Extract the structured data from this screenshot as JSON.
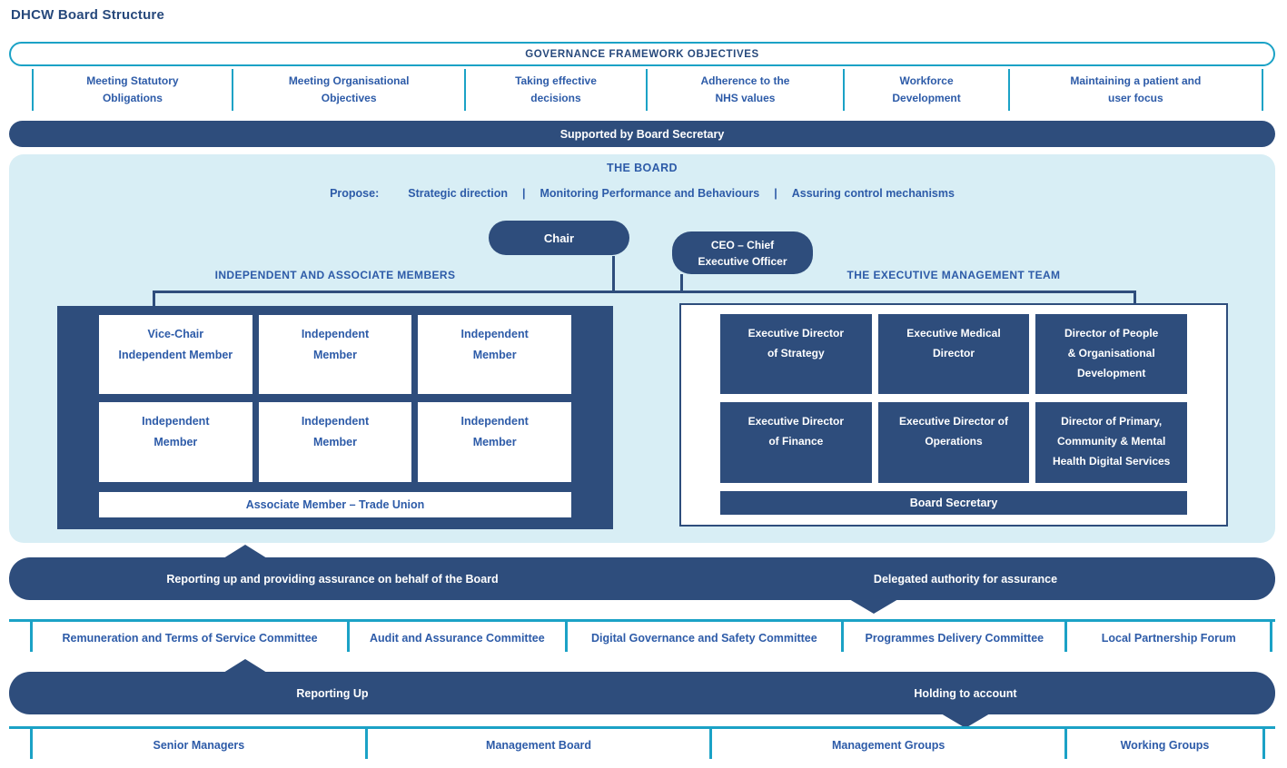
{
  "title": "DHCW Board Structure",
  "colors": {
    "navy": "#2e4d7c",
    "teal": "#1ba2c6",
    "panel": "#d8eef5",
    "ink": "#27497c",
    "blue": "#2d5ba8"
  },
  "governance": {
    "header": "GOVERNANCE FRAMEWORK OBJECTIVES",
    "objectives": [
      "Meeting Statutory\nObligations",
      "Meeting Organisational\nObjectives",
      "Taking effective\ndecisions",
      "Adherence to the\nNHS values",
      "Workforce\nDevelopment",
      "Maintaining a patient and\nuser focus"
    ]
  },
  "supported_bar": "Supported by Board Secretary",
  "board": {
    "heading": "THE BOARD",
    "propose_prefix": "Propose:",
    "propose_items": [
      "Strategic direction",
      "Monitoring Performance and Behaviours",
      "Assuring control mechanisms"
    ],
    "separator": "|",
    "chair": "Chair",
    "ceo": "CEO – Chief\nExecutive Officer",
    "independent_heading": "INDEPENDENT AND ASSOCIATE MEMBERS",
    "executive_heading": "THE EXECUTIVE MANAGEMENT TEAM",
    "independent_members": [
      "Vice-Chair\nIndependent Member",
      "Independent\nMember",
      "Independent\nMember",
      "Independent\nMember",
      "Independent\nMember",
      "Independent\nMember"
    ],
    "associate_member": "Associate Member – Trade Union",
    "executive_members": [
      "Executive Director\nof Strategy",
      "Executive Medical\nDirector",
      "Director of People\n& Organisational\nDevelopment",
      "Executive Director\nof Finance",
      "Executive Director of\nOperations",
      "Director of Primary,\nCommunity & Mental\nHealth Digital Services"
    ],
    "board_secretary": "Board Secretary"
  },
  "assurance_bar": {
    "left": "Reporting up and providing assurance on behalf of the Board",
    "right": "Delegated authority for assurance"
  },
  "committees": [
    "Remuneration and Terms of Service Committee",
    "Audit and Assurance Committee",
    "Digital Governance and Safety Committee",
    "Programmes Delivery Committee",
    "Local Partnership Forum"
  ],
  "accountability_bar": {
    "left": "Reporting Up",
    "right": "Holding to account"
  },
  "management_row": [
    "Senior Managers",
    "Management Board",
    "Management Groups",
    "Working Groups"
  ]
}
